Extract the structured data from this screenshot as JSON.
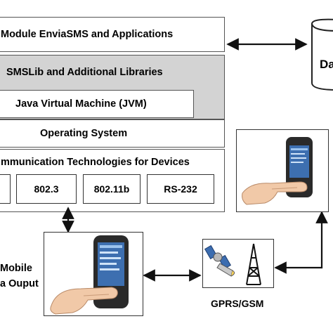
{
  "layers": {
    "applications": "Module EnviaSMS and Applications",
    "libraries": "SMSLib and Additional Libraries",
    "jvm": "Java Virtual Machine (JVM)",
    "os": "Operating System",
    "comm": "mmunication Technologies for Devices"
  },
  "technologies": [
    "",
    "802.3",
    "802.11b",
    "RS-232"
  ],
  "database_label": "Da",
  "mobile_label_line1": "Mobile",
  "mobile_label_line2": "a Ouput",
  "network_label": "GPRS/GSM",
  "colors": {
    "libraries_fill": "#d3d3d3",
    "border": "#555555",
    "phone_body": "#2a2a2a",
    "phone_screen": "#3d6fb0"
  },
  "icons": [
    "phone-in-hand-icon",
    "satellite-icon",
    "antenna-tower-icon",
    "database-cylinder-icon"
  ]
}
